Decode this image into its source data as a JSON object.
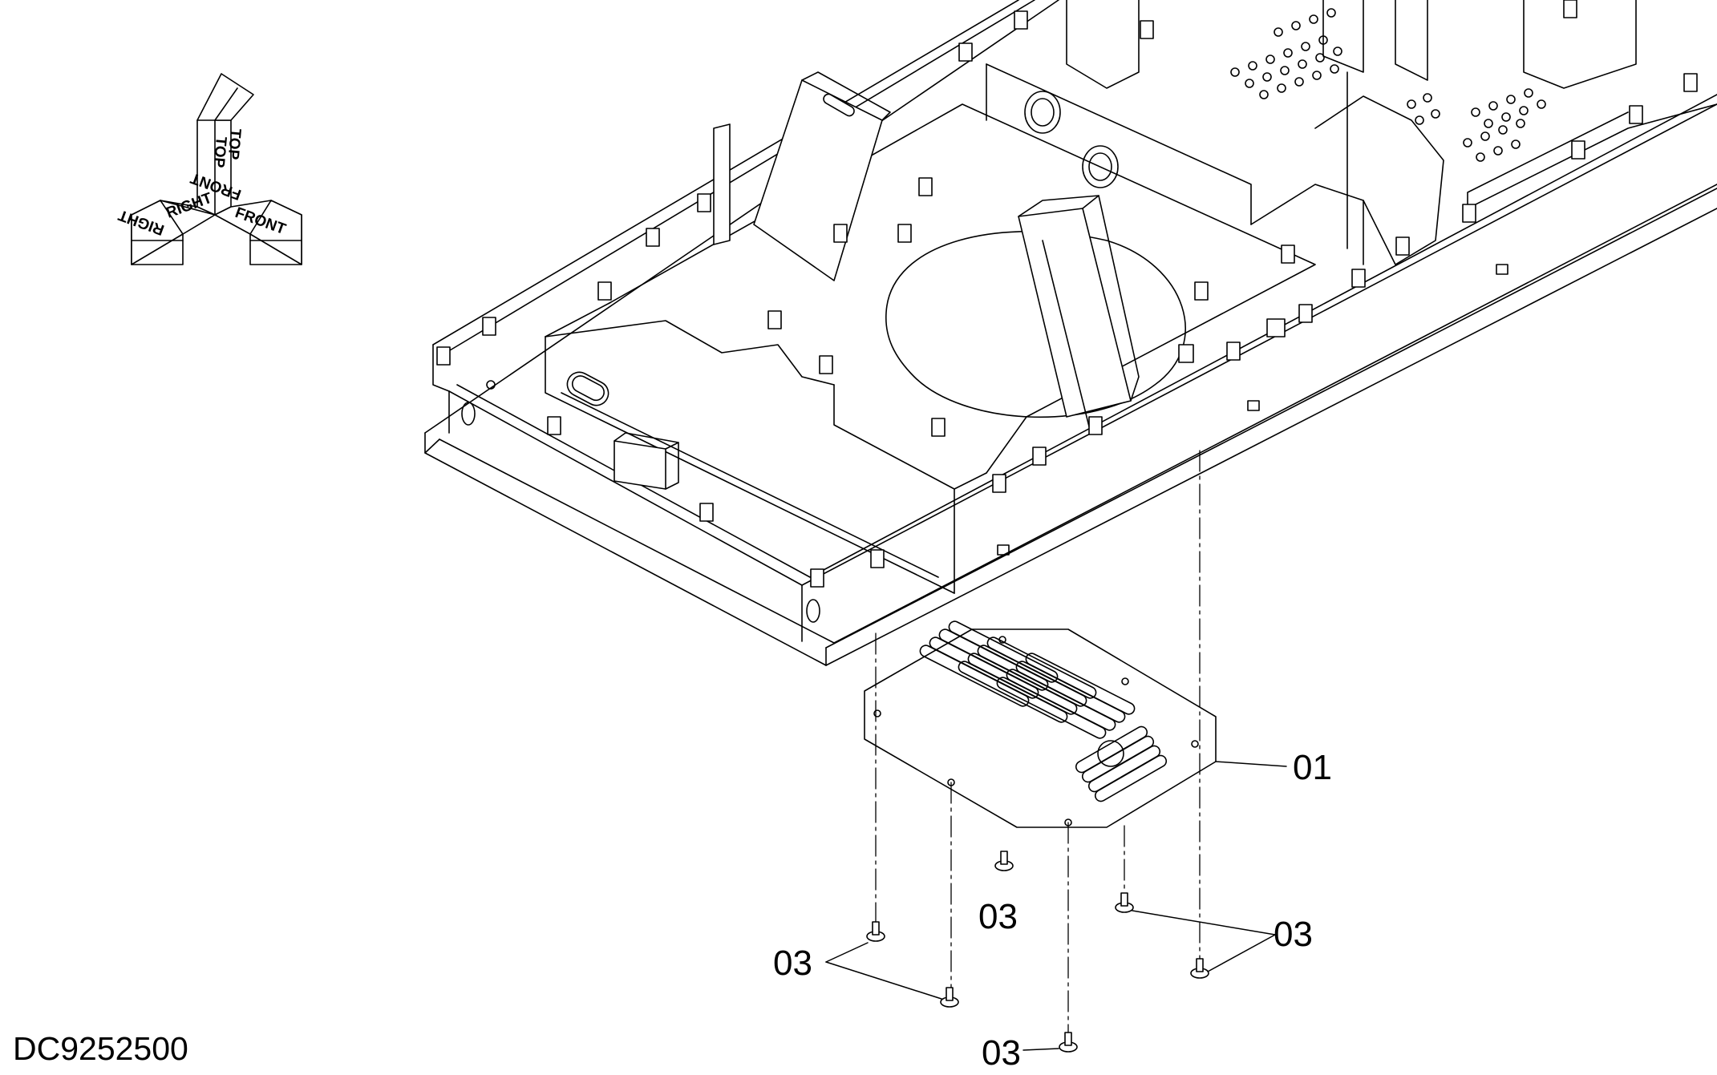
{
  "drawing_code": "DC9252500",
  "orientation": {
    "top": "TOP",
    "right": "RIGHT",
    "front": "FRONT"
  },
  "callouts": {
    "part_01": "01",
    "part_03": "03"
  }
}
